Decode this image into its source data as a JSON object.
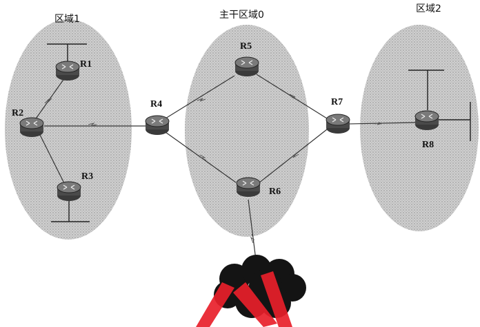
{
  "areas": {
    "area1": {
      "label": "区域1"
    },
    "backbone": {
      "label": "主干区域0"
    },
    "area2": {
      "label": "区域2"
    }
  },
  "routers": {
    "r1": "R1",
    "r2": "R2",
    "r3": "R3",
    "r4": "R4",
    "r5": "R5",
    "r6": "R6",
    "r7": "R7",
    "r8": "R8"
  },
  "colors": {
    "area_fill": "#c9c9c9",
    "router_body": "#5a5a5a",
    "cloud": "#141414",
    "watermark": "#e8202a"
  }
}
